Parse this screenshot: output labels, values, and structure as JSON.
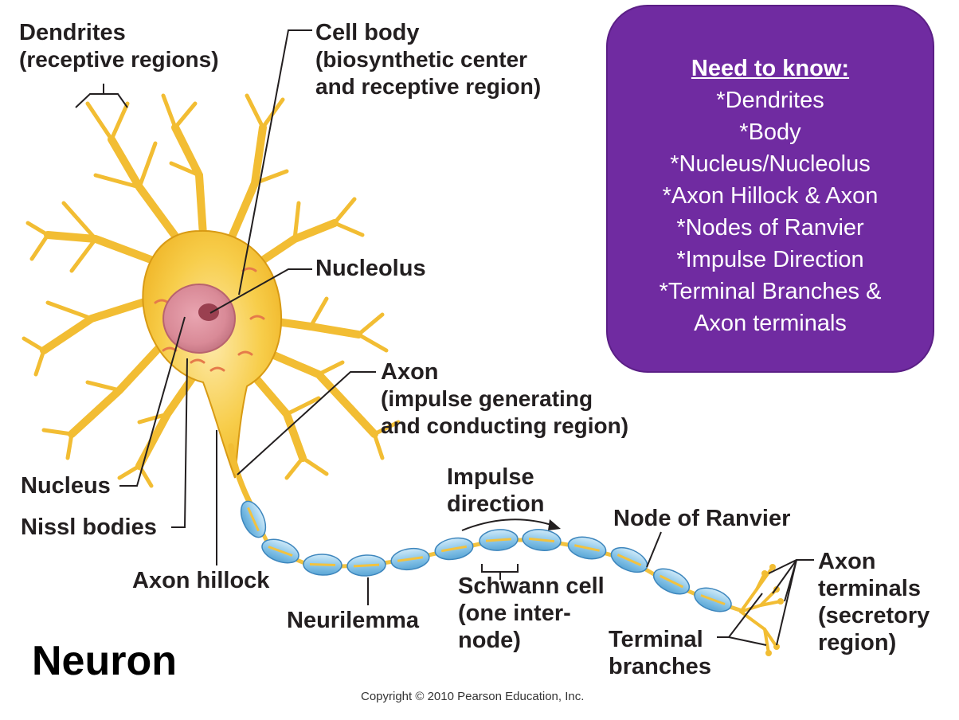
{
  "labels": {
    "dendrites": {
      "title": "Dendrites",
      "sub": "(receptive regions)"
    },
    "cell_body": {
      "title": "Cell body",
      "sub1": "(biosynthetic center",
      "sub2": "and receptive region)"
    },
    "nucleolus": "Nucleolus",
    "axon": {
      "title": "Axon",
      "sub1": "(impulse generating",
      "sub2": "and conducting region)"
    },
    "nucleus": "Nucleus",
    "nissl_bodies": "Nissl bodies",
    "axon_hillock": "Axon hillock",
    "neurilemma": "Neurilemma",
    "impulse_direction": {
      "line1": "Impulse",
      "line2": "direction"
    },
    "schwann_cell": {
      "line1": "Schwann cell",
      "line2": "(one inter-",
      "line3": "node)"
    },
    "node_of_ranvier": "Node of Ranvier",
    "terminal_branches": {
      "line1": "Terminal",
      "line2": "branches"
    },
    "axon_terminals": {
      "line1": "Axon",
      "line2": "terminals",
      "line3": "(secretory",
      "line4": "region)"
    }
  },
  "need_to_know": {
    "title": "Need to know:",
    "items": [
      "*Dendrites",
      "*Body",
      "*Nucleus/Nucleolus",
      "*Axon Hillock & Axon",
      "*Nodes of Ranvier",
      "*Impulse Direction",
      "*Terminal Branches &",
      "Axon terminals"
    ]
  },
  "title": "Neuron",
  "copyright": "Copyright © 2010 Pearson Education, Inc.",
  "colors": {
    "box_fill": "#702ba1",
    "neuron_fill": "#f6c234",
    "neuron_outline": "#d89a14",
    "nucleus": "#d98a97",
    "myelin": "#8ec8ea"
  }
}
